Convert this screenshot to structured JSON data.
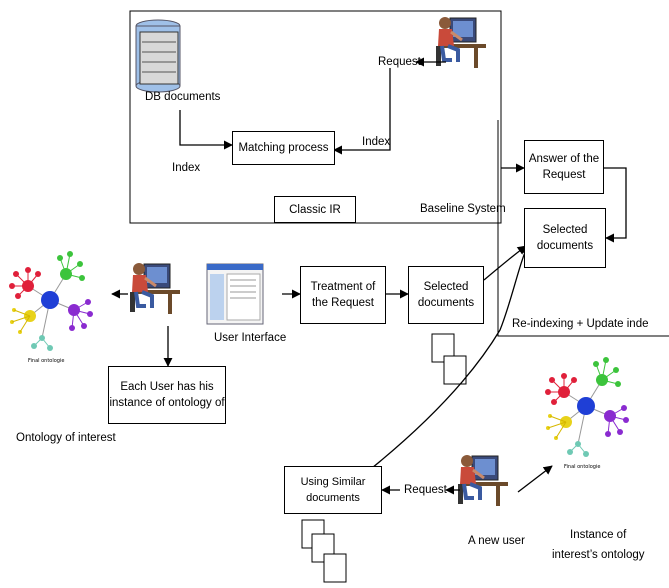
{
  "baseline": {
    "db_label": "DB documents",
    "request_label": "Request",
    "index_left": "Index",
    "index_right": "Index",
    "matching": "Matching process",
    "classic": "Classic IR",
    "system": "Baseline System"
  },
  "results": {
    "answer_line1": "Answer of the",
    "answer_line2": "Request",
    "selected_line1": "Selected",
    "selected_line2": "documents",
    "reindex": "Re-indexing + Update inde"
  },
  "user_flow": {
    "ui_label": "User Interface",
    "treatment_line1": "Treatment of",
    "treatment_line2": "the Request",
    "selected_line1": "Selected",
    "selected_line2": "documents",
    "each_user_line1": "Each User has his",
    "each_user_line2": "instance of ontology of",
    "ontology_label": "Ontology of interest"
  },
  "new_user": {
    "similar_line1": "Using Similar",
    "similar_line2": "documents",
    "request_label": "Request",
    "user_label": "A new user",
    "instance_line1": "Instance of",
    "instance_line2": "interest’s ontology"
  },
  "icons": [
    "database-icon",
    "user-computer-icon",
    "ontology-graph-icon",
    "interface-window-icon",
    "document-stack-icon"
  ],
  "colors": {
    "line": "#000000",
    "node_blue": "#1f3fd6",
    "node_red": "#e0203a",
    "node_green": "#3cc43c",
    "node_purple": "#8a2bd0",
    "node_yellow": "#e8d21a"
  }
}
